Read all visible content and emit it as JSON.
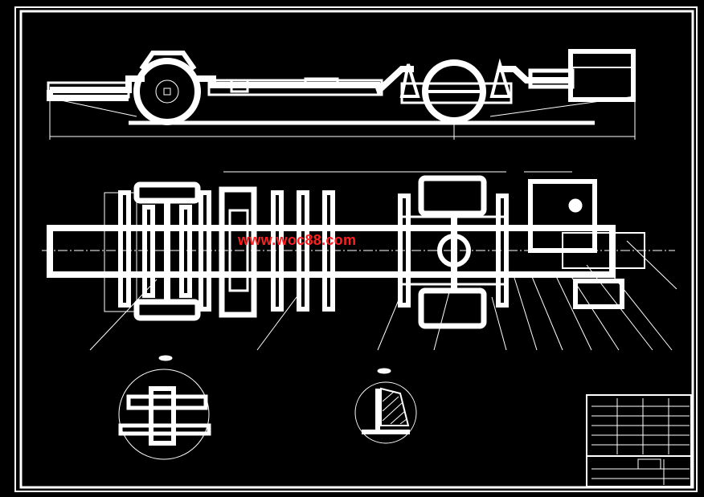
{
  "watermark": {
    "text": "www.woc88.com",
    "color": "#ff2020"
  },
  "colors": {
    "background": "#000000",
    "stroke": "#ffffff"
  },
  "views": [
    "side-elevation",
    "top-plan",
    "section-detail-left",
    "section-detail-right"
  ],
  "title_block": {
    "present": true,
    "position": "bottom-right"
  }
}
